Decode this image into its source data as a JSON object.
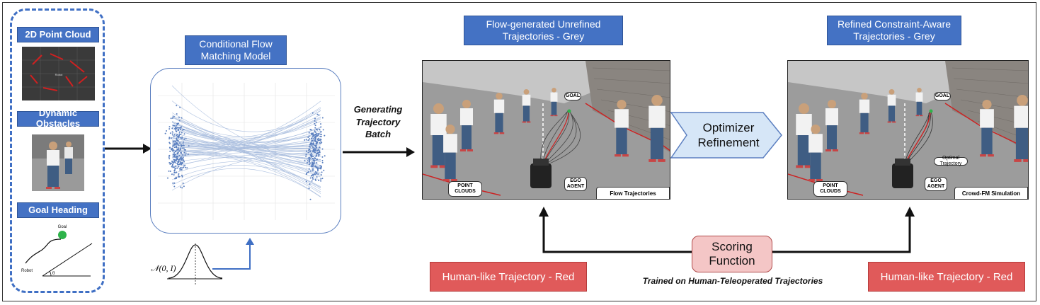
{
  "inputs": {
    "point_cloud_label": "2D Point Cloud",
    "point_cloud_center_text": "Robot",
    "dynamic_obstacles_label": "Dynamic Obstacles",
    "goal_heading_label": "Goal Heading",
    "goal_text": "Goal",
    "robot_text": "Robot",
    "angle_text": "θ"
  },
  "flow_model": {
    "title": "Conditional Flow Matching Model",
    "noise_label": "𝒩(0, I)"
  },
  "generating_label": "Generating Trajectory Batch",
  "unrefined": {
    "title": "Flow-generated Unrefined Trajectories - Grey",
    "goal_tag": "GOAL",
    "point_clouds_tag": "POINT CLOUDS",
    "ego_agent_tag": "EGO AGENT",
    "caption": "Flow Trajectories"
  },
  "optimizer_label": "Optimizer Refinement",
  "refined": {
    "title": "Refined Constraint-Aware Trajectories - Grey",
    "goal_tag": "GOAL",
    "point_clouds_tag": "POINT CLOUDS",
    "ego_agent_tag": "EGO AGENT",
    "optimal_tag": "Optimal Trajectory",
    "caption": "Crowd-FM Simulation"
  },
  "scoring": {
    "label": "Scoring Function",
    "subtitle": "Trained on Human-Teleoperated Trajectories"
  },
  "human_like_left": "Human-like Trajectory - Red",
  "human_like_right": "Human-like Trajectory - Red",
  "colors": {
    "label_blue": "#4472c4",
    "human_red": "#e05a5a",
    "scoring_pink": "#f4c6c6",
    "trajectory_red": "#cc2222",
    "optimizer_blue": "#d6e6f7"
  }
}
